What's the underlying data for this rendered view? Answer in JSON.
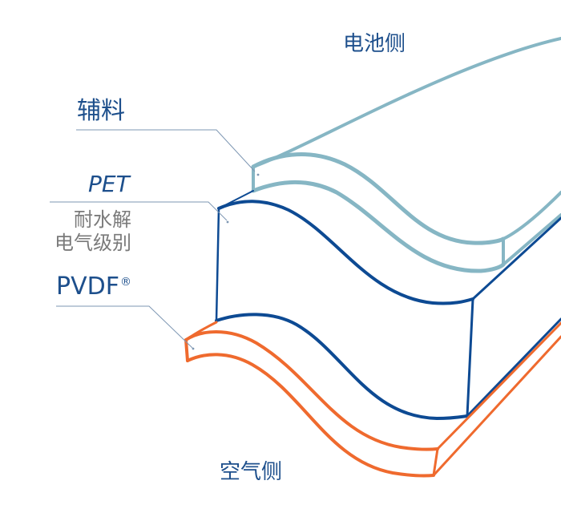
{
  "title": "PVDF / PET backsheet layer structure",
  "labels": {
    "battery_side": "电池侧",
    "auxiliary": "辅料",
    "pet": "PET",
    "pet_desc_line1": "耐水解",
    "pet_desc_line2": "电气级别",
    "pvdf": "PVDF",
    "pvdf_mark": "®",
    "air_side": "空气侧"
  },
  "layers": [
    {
      "name": "auxiliary",
      "color": "#86b6c4"
    },
    {
      "name": "pet",
      "color": "#0d4a93"
    },
    {
      "name": "pvdf",
      "color": "#ef6a2e"
    }
  ],
  "colors": {
    "leader_line": "#7e97b3",
    "label_primary": "#1d4f8c",
    "label_secondary": "#7a7a7a"
  }
}
